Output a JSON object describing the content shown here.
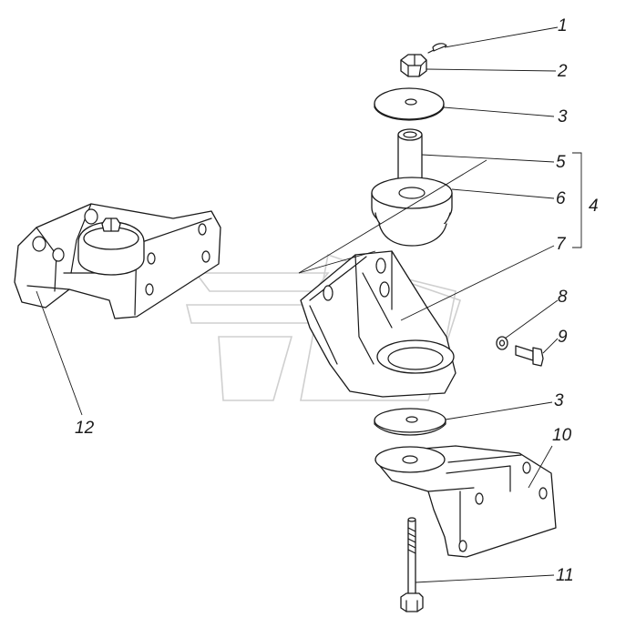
{
  "labels": {
    "l1": "1",
    "l2": "2",
    "l3a": "3",
    "l4": "4",
    "l5": "5",
    "l6": "6",
    "l7": "7",
    "l8": "8",
    "l9": "9",
    "l3b": "3",
    "l10": "10",
    "l11": "11",
    "l12": "12"
  }
}
